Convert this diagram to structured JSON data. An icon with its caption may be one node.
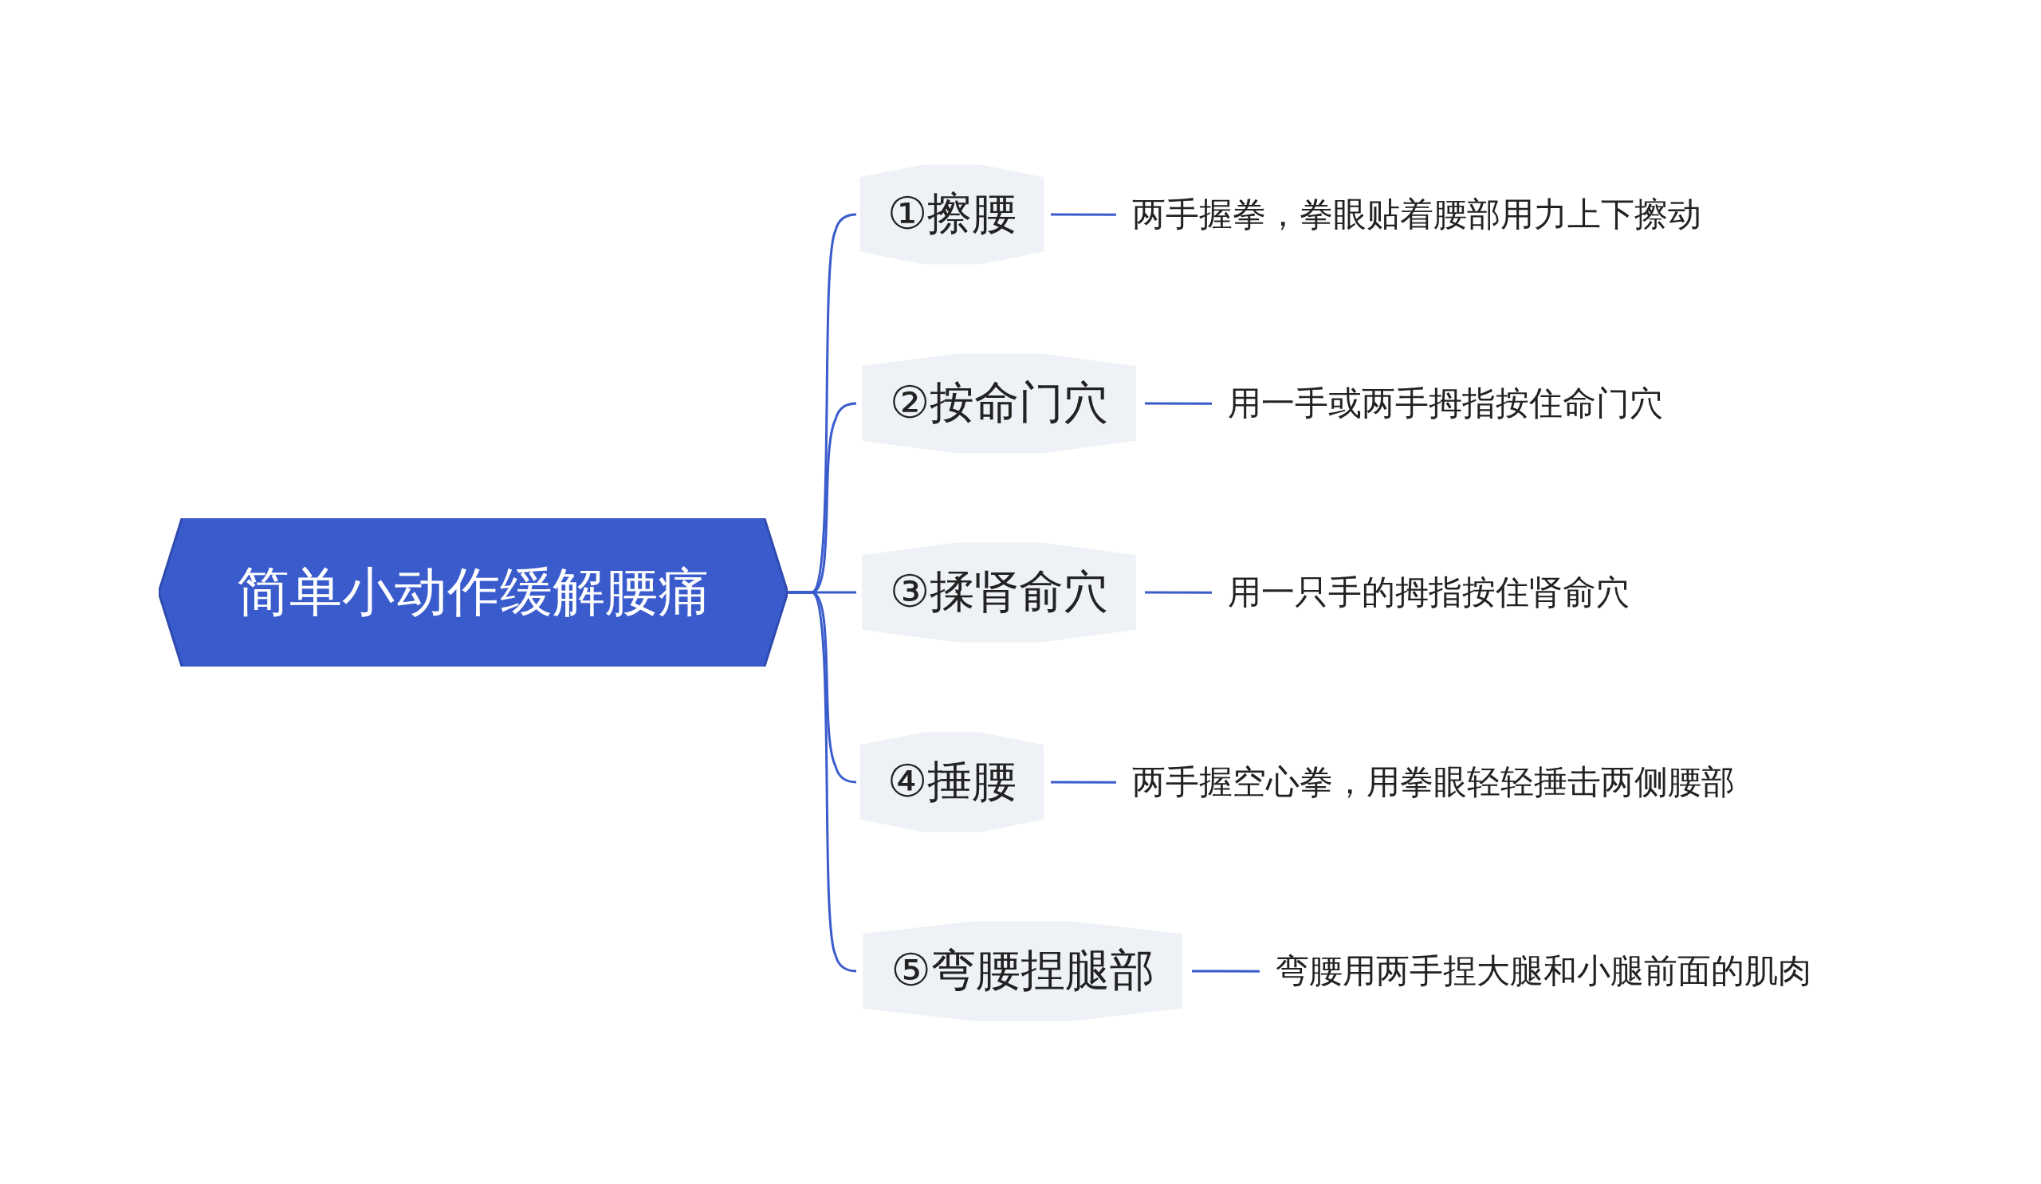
{
  "diagram": {
    "nodes": [
      {
        "text": [
          "简单小动作缓解腰痛"
        ]
      },
      {
        "text": [
          "①擦腰"
        ]
      },
      {
        "text": [
          "②按命门穴"
        ]
      },
      {
        "text": [
          "③揉肾俞穴"
        ]
      },
      {
        "text": [
          "④捶腰"
        ]
      },
      {
        "text": [
          "⑤弯腰捏腿部"
        ]
      },
      {
        "text": [
          "两手握拳，拳眼贴着腰部用力上下擦动"
        ]
      },
      {
        "text": [
          "用一手或两手拇指按住命门穴"
        ]
      },
      {
        "text": [
          "用一只手的拇指按住肾俞穴"
        ]
      },
      {
        "text": [
          "两手握空心拳，用拳眼轻轻捶击两侧腰部"
        ]
      },
      {
        "text": [
          "弯腰用两手捏大腿和小腿前面的肌肉"
        ]
      }
    ],
    "edges": [
      {
        "from": 0,
        "to": 1,
        "arrow": "none"
      },
      {
        "from": 0,
        "to": 2,
        "arrow": "none"
      },
      {
        "from": 0,
        "to": 3,
        "arrow": "none"
      },
      {
        "from": 0,
        "to": 4,
        "arrow": "none"
      },
      {
        "from": 0,
        "to": 5,
        "arrow": "none"
      },
      {
        "from": 1,
        "to": 6,
        "arrow": "none"
      },
      {
        "from": 2,
        "to": 7,
        "arrow": "none"
      },
      {
        "from": 3,
        "to": 8,
        "arrow": "none"
      },
      {
        "from": 4,
        "to": 9,
        "arrow": "none"
      },
      {
        "from": 5,
        "to": 10,
        "arrow": "none"
      }
    ]
  }
}
